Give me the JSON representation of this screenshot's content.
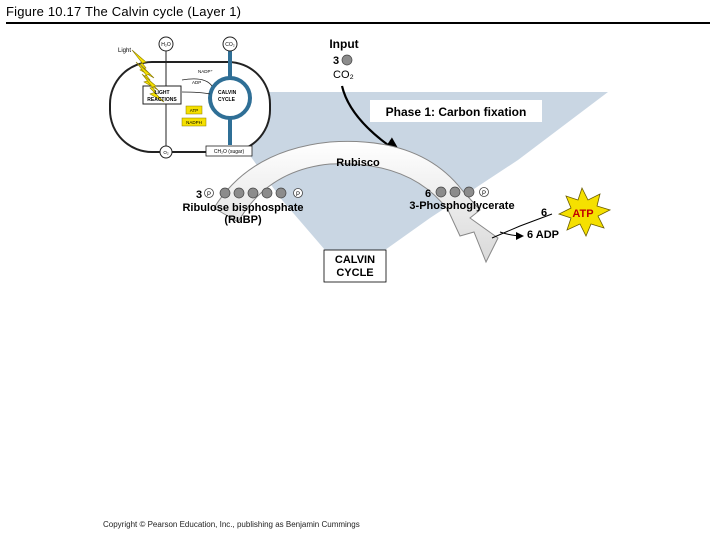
{
  "title": "Figure 10.17  The Calvin cycle (Layer 1)",
  "footer": "Copyright © Pearson Education, Inc., publishing as Benjamin Cummings",
  "inset": {
    "light": "Light",
    "h2o": "H₂O",
    "co2": "CO₂",
    "nadp": "NADP⁺",
    "adp": "ADP",
    "light_reactions_1": "LIGHT",
    "light_reactions_2": "REACTIONS",
    "calvin_cycle_1": "CALVIN",
    "calvin_cycle_2": "CYCLE",
    "atp": "ATP",
    "nadph": "NADPH",
    "o2": "O₂",
    "sugar": "CH₂O (sugar)"
  },
  "input": {
    "heading": "Input",
    "count": "3",
    "molecule": "CO₂"
  },
  "phase_label": "Phase 1: Carbon fixation",
  "enzyme": "Rubisco",
  "rubp": {
    "count": "3",
    "p_left": "P",
    "p_right": "P",
    "name": "Ribulose bisphosphate",
    "abbr": "(RuBP)"
  },
  "pga": {
    "count": "6",
    "p": "P",
    "name": "3-Phosphoglycerate"
  },
  "atp_in": {
    "count": "6",
    "label": "ATP"
  },
  "adp_out": {
    "label": "6 ADP"
  },
  "center_1": "CALVIN",
  "center_2": "CYCLE",
  "colors": {
    "phase_wedge": "#c9d6e3",
    "cycle_arrow": "#f4f4f4",
    "atp_burst": "#f5e000",
    "chloroplast_blue": "#2f6f96",
    "molecule_gray": "#8c8c8c"
  }
}
